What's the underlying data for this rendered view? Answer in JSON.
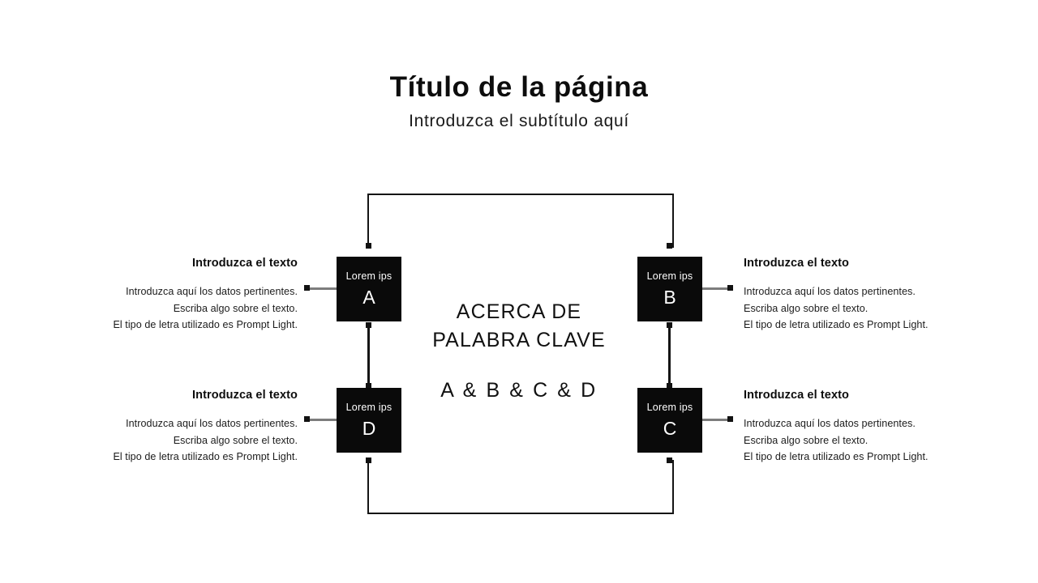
{
  "header": {
    "title": "Título de la página",
    "subtitle": "Introduzca el subtítulo aquí"
  },
  "center": {
    "heading_line1": "ACERCA DE",
    "heading_line2": "PALABRA CLAVE",
    "keys": "A & B & C & D"
  },
  "nodes": [
    {
      "id": "a",
      "tag": "Lorem ips",
      "letter": "A"
    },
    {
      "id": "b",
      "tag": "Lorem ips",
      "letter": "B"
    },
    {
      "id": "c",
      "tag": "Lorem ips",
      "letter": "C"
    },
    {
      "id": "d",
      "tag": "Lorem ips",
      "letter": "D"
    }
  ],
  "blocks": [
    {
      "id": "a",
      "heading": "Introduzca el texto",
      "line1": "Introduzca aquí los datos pertinentes.",
      "line2": "Escriba algo sobre el texto.",
      "line3": "El tipo de letra utilizado es Prompt Light."
    },
    {
      "id": "b",
      "heading": "Introduzca el texto",
      "line1": "Introduzca aquí los datos pertinentes.",
      "line2": "Escriba algo sobre el texto.",
      "line3": "El tipo de letra utilizado es Prompt Light."
    },
    {
      "id": "c",
      "heading": "Introduzca el texto",
      "line1": "Introduzca aquí los datos pertinentes.",
      "line2": "Escriba algo sobre el texto.",
      "line3": "El tipo de letra utilizado es Prompt Light."
    },
    {
      "id": "d",
      "heading": "Introduzca el texto",
      "line1": "Introduzca aquí los datos pertinentes.",
      "line2": "Escriba algo sobre el texto.",
      "line3": "El tipo de letra utilizado es Prompt Light."
    }
  ],
  "colors": {
    "background": "#ffffff",
    "node_fill": "#0a0a0a",
    "node_text": "#ffffff",
    "connector_gray": "#7d7d7d",
    "connector_dark": "#151515",
    "text": "#111111"
  }
}
